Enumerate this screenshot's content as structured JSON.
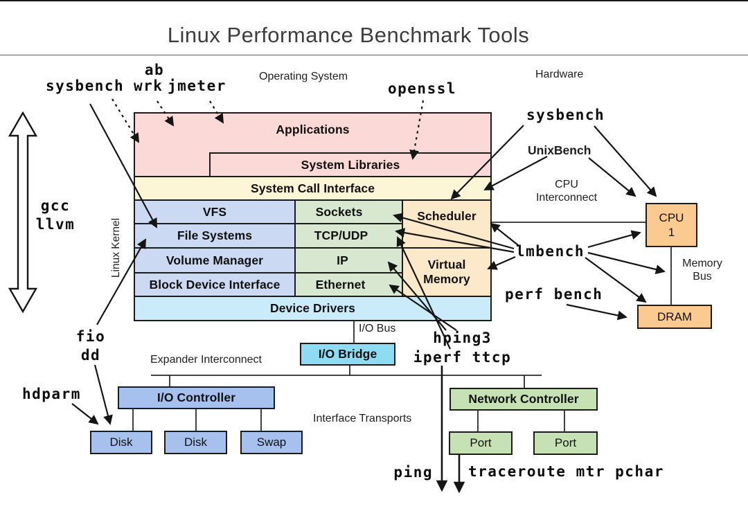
{
  "title": "Linux Performance Benchmark Tools",
  "regions": {
    "operating_system": "Operating System",
    "hardware": "Hardware",
    "linux_kernel": "Linux Kernel"
  },
  "os_stack": {
    "applications": "Applications",
    "system_libraries": "System Libraries",
    "system_call_interface": "System Call Interface"
  },
  "kernel": {
    "vfs": "VFS",
    "file_systems": "File Systems",
    "volume_manager": "Volume Manager",
    "block_device_interface": "Block Device Interface",
    "sockets": "Sockets",
    "tcp_udp": "TCP/UDP",
    "ip": "IP",
    "ethernet": "Ethernet",
    "scheduler": "Scheduler",
    "virtual_memory": "Virtual Memory",
    "device_drivers": "Device Drivers"
  },
  "hardware_boxes": {
    "io_bridge": "I/O Bridge",
    "io_controller": "I/O Controller",
    "disk_1": "Disk",
    "disk_2": "Disk",
    "swap": "Swap",
    "network_controller": "Network Controller",
    "port_1": "Port",
    "port_2": "Port",
    "cpu_line1": "CPU",
    "cpu_line2": "1",
    "dram": "DRAM"
  },
  "interconnects": {
    "io_bus": "I/O Bus",
    "expander_interconnect": "Expander Interconnect",
    "interface_transports": "Interface Transports",
    "cpu_interconnect": "CPU Interconnect",
    "memory_bus": "Memory Bus"
  },
  "tools": {
    "ab": "ab",
    "sysbench_left": "sysbench",
    "wrk": "wrk",
    "jmeter": "jmeter",
    "openssl": "openssl",
    "gcc": "gcc",
    "llvm": "llvm",
    "fio": "fio",
    "dd": "dd",
    "hdparm": "hdparm",
    "hping3": "hping3",
    "iperf_ttcp": "iperf ttcp",
    "ping": "ping",
    "traceroute_mtr_pchar": "traceroute mtr pchar",
    "sysbench_right": "sysbench",
    "unixbench": "UnixBench",
    "lmbench": "lmbench",
    "perf_bench": "perf bench"
  },
  "colors": {
    "app_pink": "#fad9d6",
    "syscall_yellow": "#fcf6d6",
    "fs_blue": "#cbd9f2",
    "net_green": "#d8e7d0",
    "mem_wheat": "#fbe9c9",
    "drivers_cyan": "#c9ebfa",
    "bridge_cyan": "#8edcf3",
    "storage_blue": "#a7c1ee",
    "network_green": "#c6e1b4",
    "cpu_orange": "#fbca90",
    "line": "#1b1b1b"
  }
}
